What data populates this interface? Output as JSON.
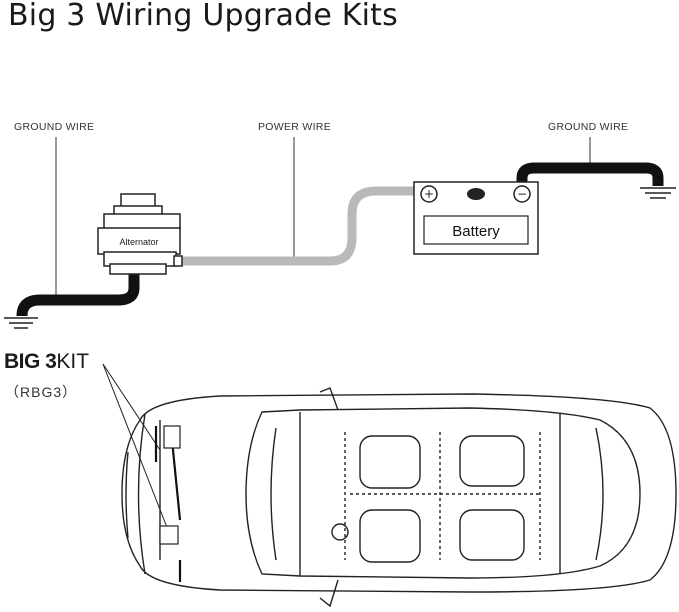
{
  "title": "Big 3 Wiring Upgrade Kits",
  "labels": {
    "ground_left": "GROUND WIRE",
    "power": "POWER WIRE",
    "ground_right": "GROUND WIRE"
  },
  "alternator": "Alternator",
  "battery": "Battery",
  "battery_plus": "+",
  "battery_minus": "−",
  "kit": {
    "bold": "BIG 3",
    "light": "KIT",
    "code": "（RBG3）"
  },
  "colors": {
    "ground_wire": "#111111",
    "power_wire": "#b9b9b9",
    "line": "#222222"
  }
}
